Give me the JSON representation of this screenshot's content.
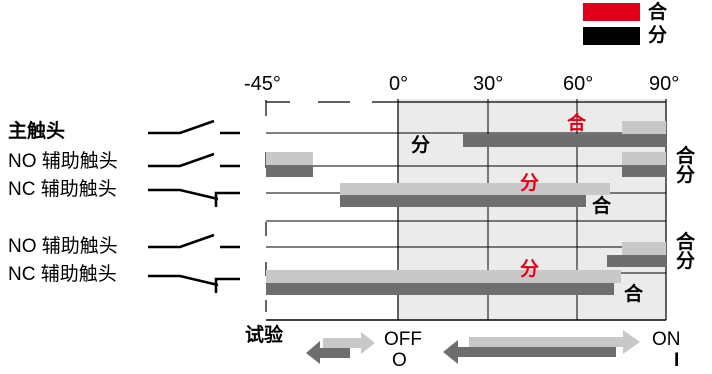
{
  "legend": {
    "items": [
      {
        "label": "合",
        "color": "#e10019"
      },
      {
        "label": "分",
        "color": "#000000"
      }
    ]
  },
  "axis": {
    "ticks": [
      "-45°",
      "0°",
      "30°",
      "60°",
      "90°"
    ]
  },
  "rows": [
    {
      "label": "主触头"
    },
    {
      "label": "NO  辅助触头"
    },
    {
      "label": "NC  辅助触头"
    },
    {
      "label": "NO  辅助触头"
    },
    {
      "label": "NC  辅助触头"
    }
  ],
  "annotations": {
    "main_fen": "分",
    "main_he": "合",
    "row2_he": "合",
    "row2_fen": "分",
    "row3_fen": "分",
    "row3_he": "合",
    "row4_he": "合",
    "row4_fen": "分",
    "row5_fen": "分",
    "row5_he": "合"
  },
  "bottom": {
    "test": "试验",
    "off": "OFF",
    "off_sym": "O",
    "on": "ON",
    "on_sym": "I"
  },
  "colors": {
    "light_bar": "#c8c8c8",
    "dark_bar": "#6e6e6e",
    "shaded_zone": "#ebebeb",
    "accent_red": "#e10019"
  }
}
